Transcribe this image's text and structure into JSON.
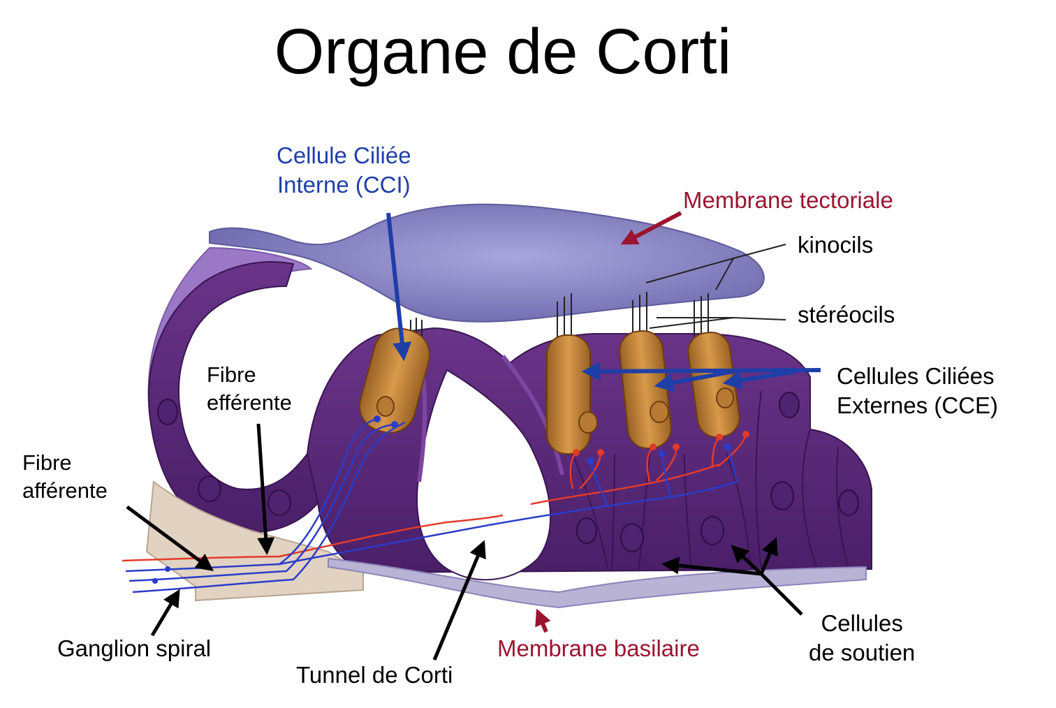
{
  "title": "Organe de Corti",
  "colors": {
    "blue_label": "#1f3fa8",
    "red_label": "#9b1430",
    "black_label": "#000000",
    "tissue_purple": "#5b2a7a",
    "tectorial": "#8d89c6",
    "hair_cell": "#c88a3c",
    "nerve_red": "#e23a2a",
    "nerve_blue": "#2a3cc8"
  },
  "labels": {
    "cci": "Cellule Ciliée\nInterne (CCI)",
    "tectoriale": "Membrane tectoriale",
    "kinocils": "kinocils",
    "stereocils": "stéréocils",
    "cce": "Cellules Ciliées\nExternes (CCE)",
    "fibre_efferente": "Fibre\nefférente",
    "fibre_afferente": "Fibre\nafférente",
    "ganglion": "Ganglion spiral",
    "tunnel": "Tunnel de Corti",
    "basilaire": "Membrane basilaire",
    "soutien": "Cellules\nde soutien"
  }
}
